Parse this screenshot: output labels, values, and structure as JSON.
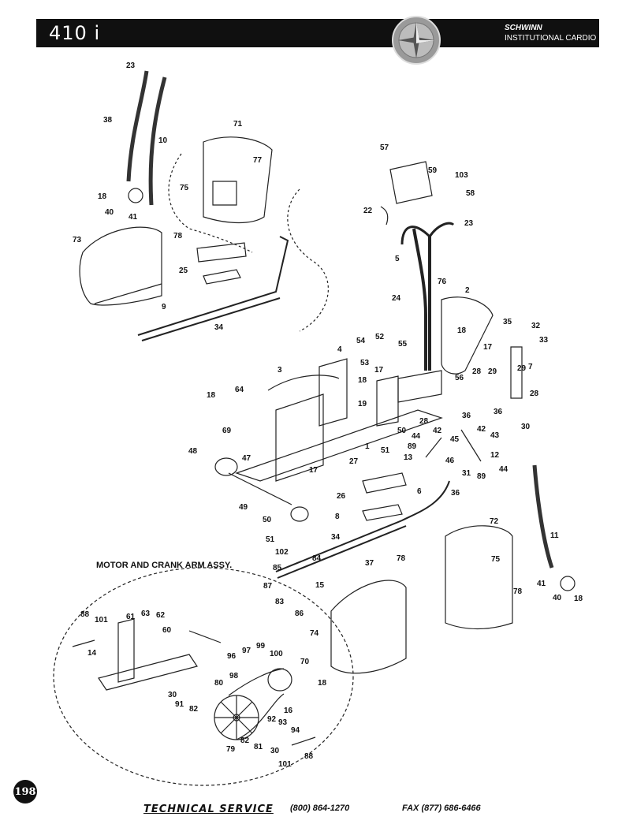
{
  "header": {
    "model": "410 i",
    "brand_line1": "SCHWINN",
    "brand_line2": "INSTITUTIONAL CARDIO"
  },
  "section_title": "MOTOR AND CRANK ARM ASSY.",
  "page_number": "198",
  "footer": {
    "service_label": "TECHNICAL SERVICE",
    "phone": "(800) 864-1270",
    "fax": "FAX (877) 686-6466"
  },
  "callouts": [
    {
      "id": "c-23a",
      "label": "23"
    },
    {
      "id": "c-38",
      "label": "38"
    },
    {
      "id": "c-10",
      "label": "10"
    },
    {
      "id": "c-18a",
      "label": "18"
    },
    {
      "id": "c-40a",
      "label": "40"
    },
    {
      "id": "c-41a",
      "label": "41"
    },
    {
      "id": "c-71",
      "label": "71"
    },
    {
      "id": "c-77",
      "label": "77"
    },
    {
      "id": "c-75a",
      "label": "75"
    },
    {
      "id": "c-73",
      "label": "73"
    },
    {
      "id": "c-78a",
      "label": "78"
    },
    {
      "id": "c-25",
      "label": "25"
    },
    {
      "id": "c-9",
      "label": "9"
    },
    {
      "id": "c-34a",
      "label": "34"
    },
    {
      "id": "c-57",
      "label": "57"
    },
    {
      "id": "c-59",
      "label": "59"
    },
    {
      "id": "c-103",
      "label": "103"
    },
    {
      "id": "c-58",
      "label": "58"
    },
    {
      "id": "c-22",
      "label": "22"
    },
    {
      "id": "c-23b",
      "label": "23"
    },
    {
      "id": "c-5",
      "label": "5"
    },
    {
      "id": "c-76",
      "label": "76"
    },
    {
      "id": "c-24",
      "label": "24"
    },
    {
      "id": "c-2",
      "label": "2"
    },
    {
      "id": "c-18b",
      "label": "18"
    },
    {
      "id": "c-17a",
      "label": "17"
    },
    {
      "id": "c-35",
      "label": "35"
    },
    {
      "id": "c-32",
      "label": "32"
    },
    {
      "id": "c-33",
      "label": "33"
    },
    {
      "id": "c-7",
      "label": "7"
    },
    {
      "id": "c-54",
      "label": "54"
    },
    {
      "id": "c-52",
      "label": "52"
    },
    {
      "id": "c-55",
      "label": "55"
    },
    {
      "id": "c-53",
      "label": "53"
    },
    {
      "id": "c-4",
      "label": "4"
    },
    {
      "id": "c-3",
      "label": "3"
    },
    {
      "id": "c-17b",
      "label": "17"
    },
    {
      "id": "c-18c",
      "label": "18"
    },
    {
      "id": "c-19",
      "label": "19"
    },
    {
      "id": "c-28a",
      "label": "28"
    },
    {
      "id": "c-29a",
      "label": "29"
    },
    {
      "id": "c-56",
      "label": "56"
    },
    {
      "id": "c-29b",
      "label": "29"
    },
    {
      "id": "c-28b",
      "label": "28"
    },
    {
      "id": "c-18d",
      "label": "18"
    },
    {
      "id": "c-64",
      "label": "64"
    },
    {
      "id": "c-69",
      "label": "69"
    },
    {
      "id": "c-36a",
      "label": "36"
    },
    {
      "id": "c-36b",
      "label": "36"
    },
    {
      "id": "c-30a",
      "label": "30"
    },
    {
      "id": "c-28c",
      "label": "28"
    },
    {
      "id": "c-42a",
      "label": "42"
    },
    {
      "id": "c-42b",
      "label": "42"
    },
    {
      "id": "c-43",
      "label": "43"
    },
    {
      "id": "c-50a",
      "label": "50"
    },
    {
      "id": "c-1",
      "label": "1"
    },
    {
      "id": "c-44a",
      "label": "44"
    },
    {
      "id": "c-45",
      "label": "45"
    },
    {
      "id": "c-89a",
      "label": "89"
    },
    {
      "id": "c-51a",
      "label": "51"
    },
    {
      "id": "c-12",
      "label": "12"
    },
    {
      "id": "c-13",
      "label": "13"
    },
    {
      "id": "c-46",
      "label": "46"
    },
    {
      "id": "c-48",
      "label": "48"
    },
    {
      "id": "c-47",
      "label": "47"
    },
    {
      "id": "c-17c",
      "label": "17"
    },
    {
      "id": "c-27",
      "label": "27"
    },
    {
      "id": "c-44b",
      "label": "44"
    },
    {
      "id": "c-89b",
      "label": "89"
    },
    {
      "id": "c-31",
      "label": "31"
    },
    {
      "id": "c-36c",
      "label": "36"
    },
    {
      "id": "c-26",
      "label": "26"
    },
    {
      "id": "c-49",
      "label": "49"
    },
    {
      "id": "c-6",
      "label": "6"
    },
    {
      "id": "c-50b",
      "label": "50"
    },
    {
      "id": "c-8",
      "label": "8"
    },
    {
      "id": "c-72",
      "label": "72"
    },
    {
      "id": "c-51b",
      "label": "51"
    },
    {
      "id": "c-11",
      "label": "11"
    },
    {
      "id": "c-34b",
      "label": "34"
    },
    {
      "id": "c-75b",
      "label": "75"
    },
    {
      "id": "c-102",
      "label": "102"
    },
    {
      "id": "c-84",
      "label": "84"
    },
    {
      "id": "c-37",
      "label": "37"
    },
    {
      "id": "c-78b",
      "label": "78"
    },
    {
      "id": "c-85",
      "label": "85"
    },
    {
      "id": "c-41b",
      "label": "41"
    },
    {
      "id": "c-78c",
      "label": "78"
    },
    {
      "id": "c-87",
      "label": "87"
    },
    {
      "id": "c-15",
      "label": "15"
    },
    {
      "id": "c-40b",
      "label": "40"
    },
    {
      "id": "c-18e",
      "label": "18"
    },
    {
      "id": "c-83",
      "label": "83"
    },
    {
      "id": "c-86",
      "label": "86"
    },
    {
      "id": "c-74",
      "label": "74"
    },
    {
      "id": "c-88a",
      "label": "88"
    },
    {
      "id": "c-61",
      "label": "61"
    },
    {
      "id": "c-63",
      "label": "63"
    },
    {
      "id": "c-62",
      "label": "62"
    },
    {
      "id": "c-101a",
      "label": "101"
    },
    {
      "id": "c-60",
      "label": "60"
    },
    {
      "id": "c-14",
      "label": "14"
    },
    {
      "id": "c-99",
      "label": "99"
    },
    {
      "id": "c-97",
      "label": "97"
    },
    {
      "id": "c-96",
      "label": "96"
    },
    {
      "id": "c-100",
      "label": "100"
    },
    {
      "id": "c-70",
      "label": "70"
    },
    {
      "id": "c-98",
      "label": "98"
    },
    {
      "id": "c-18f",
      "label": "18"
    },
    {
      "id": "c-80",
      "label": "80"
    },
    {
      "id": "c-30b",
      "label": "30"
    },
    {
      "id": "c-91",
      "label": "91"
    },
    {
      "id": "c-16",
      "label": "16"
    },
    {
      "id": "c-82a",
      "label": "82"
    },
    {
      "id": "c-92",
      "label": "92"
    },
    {
      "id": "c-93",
      "label": "93"
    },
    {
      "id": "c-94",
      "label": "94"
    },
    {
      "id": "c-82b",
      "label": "82"
    },
    {
      "id": "c-81",
      "label": "81"
    },
    {
      "id": "c-30c",
      "label": "30"
    },
    {
      "id": "c-79",
      "label": "79"
    },
    {
      "id": "c-101b",
      "label": "101"
    },
    {
      "id": "c-88b",
      "label": "88"
    }
  ]
}
